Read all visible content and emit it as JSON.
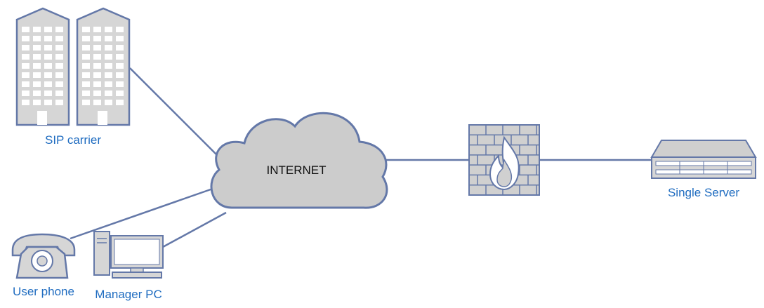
{
  "diagram": {
    "cloud_label": "INTERNET",
    "nodes": {
      "sip_carrier": "SIP carrier",
      "user_phone": "User phone",
      "manager_pc": "Manager PC",
      "single_server": "Single Server"
    },
    "icons": {
      "sip_carrier": "office-buildings-icon",
      "user_phone": "desk-phone-icon",
      "manager_pc": "desktop-computer-icon",
      "firewall": "firewall-icon",
      "single_server": "rack-server-icon",
      "internet": "cloud-icon"
    },
    "colors": {
      "stroke": "#6478a8",
      "fill": "#d6d6d6",
      "label": "#1f6cc0"
    }
  }
}
